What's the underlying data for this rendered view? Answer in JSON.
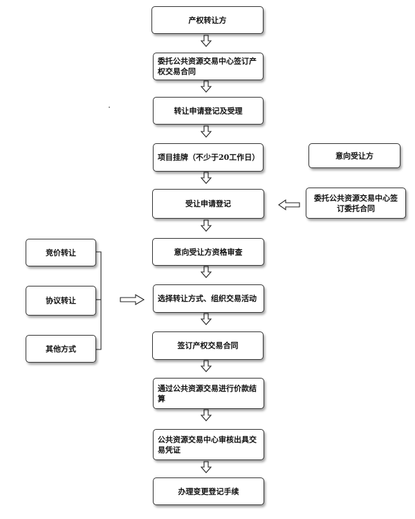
{
  "flowchart": {
    "main_steps": [
      {
        "label": "产权转让方"
      },
      {
        "label": "委托公共资源交易中心签订产权交易合同"
      },
      {
        "label": "转让申请登记及受理"
      },
      {
        "label": "项目挂牌（不少于20工作日）"
      },
      {
        "label": "受让申请登记"
      },
      {
        "label": "意向受让方资格审查"
      },
      {
        "label": "选择转让方式、组织交易活动"
      },
      {
        "label": "签订产权交易合同"
      },
      {
        "label": "通过公共资源交易进行价款结算"
      },
      {
        "label": "公共资源交易中心审核出具交易凭证"
      },
      {
        "label": "办理变更登记手续"
      }
    ],
    "right_steps": [
      {
        "label": "意向受让方"
      },
      {
        "label": "委托公共资源交易中心签订委托合同"
      }
    ],
    "left_options": [
      {
        "label": "竞价转让"
      },
      {
        "label": "协议转让"
      },
      {
        "label": "其他方式"
      }
    ]
  }
}
